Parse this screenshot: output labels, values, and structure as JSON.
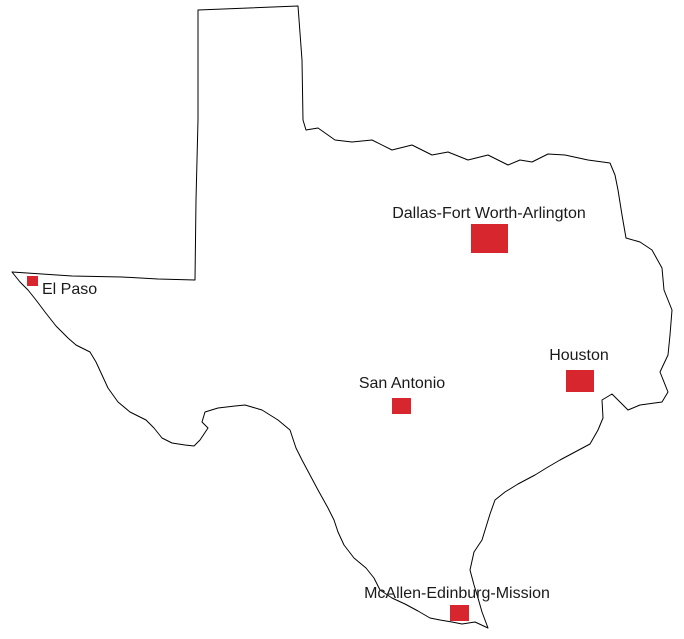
{
  "map": {
    "marker_color": "#d7262e",
    "outline_color": "#000000",
    "cities": [
      {
        "id": "dallas",
        "label": "Dallas-Fort Worth-Arlington",
        "size_rank": 1
      },
      {
        "id": "houston",
        "label": "Houston",
        "size_rank": 2
      },
      {
        "id": "san-antonio",
        "label": "San Antonio",
        "size_rank": 3
      },
      {
        "id": "mcallen",
        "label": "McAllen-Edinburg-Mission",
        "size_rank": 4
      },
      {
        "id": "el-paso",
        "label": "El Paso",
        "size_rank": 5
      }
    ]
  }
}
